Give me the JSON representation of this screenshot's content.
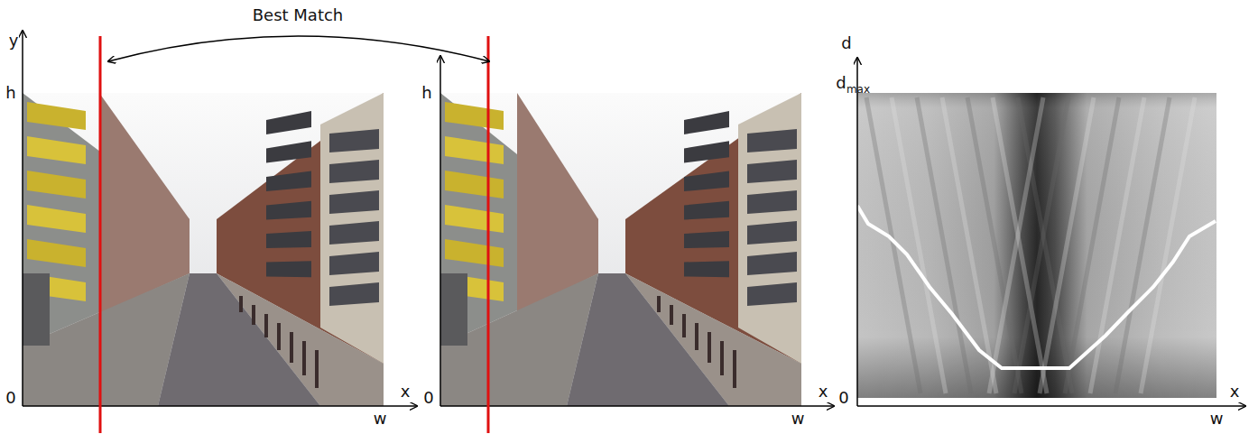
{
  "diagram": {
    "labels": [
      "Best Match",
      "y",
      "h",
      "0",
      "x",
      "w",
      "h",
      "0",
      "x",
      "w",
      "d",
      "d",
      "max",
      "0",
      "x",
      "w"
    ]
  }
}
